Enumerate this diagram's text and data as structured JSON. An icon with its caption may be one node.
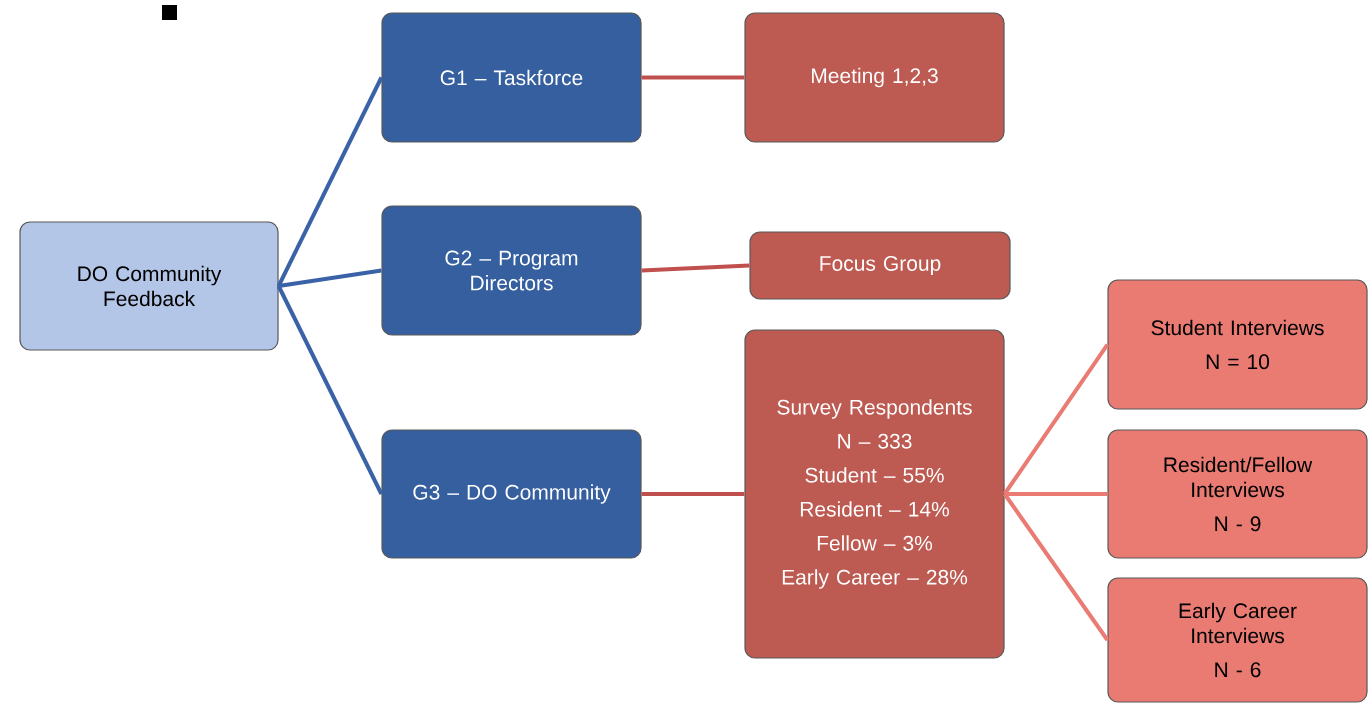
{
  "diagram": {
    "nodes": [
      {
        "text": [
          "DO Community Feedback"
        ]
      },
      {
        "text": [
          "G1 – Taskforce"
        ]
      },
      {
        "text": [
          "G2 – Program Directors"
        ]
      },
      {
        "text": [
          "G3 – DO Community"
        ]
      },
      {
        "text": [
          "Meeting 1,2,3"
        ]
      },
      {
        "text": [
          "Focus Group"
        ]
      },
      {
        "text": [
          "Survey Respondents",
          "N – 333",
          "Student – 55%",
          "Resident – 14%",
          "Fellow – 3%",
          "Early Career – 28%"
        ]
      },
      {
        "text": [
          "Student Interviews",
          "N = 10"
        ]
      },
      {
        "text": [
          "Resident/Fellow Interviews",
          "N - 9"
        ]
      },
      {
        "text": [
          "Early Career Interviews",
          "N - 6"
        ]
      }
    ],
    "edges": [
      {
        "from": 0,
        "to": 1,
        "arrow": "none",
        "color": "#3a62a7"
      },
      {
        "from": 0,
        "to": 2,
        "arrow": "none",
        "color": "#3a62a7"
      },
      {
        "from": 0,
        "to": 3,
        "arrow": "none",
        "color": "#3a62a7"
      },
      {
        "from": 1,
        "to": 4,
        "arrow": "none",
        "color": "#c0504d"
      },
      {
        "from": 2,
        "to": 5,
        "arrow": "none",
        "color": "#c0504d"
      },
      {
        "from": 3,
        "to": 6,
        "arrow": "none",
        "color": "#c0504d"
      },
      {
        "from": 6,
        "to": 7,
        "arrow": "none",
        "color": "#e97b73"
      },
      {
        "from": 6,
        "to": 8,
        "arrow": "none",
        "color": "#e97b73"
      },
      {
        "from": 6,
        "to": 9,
        "arrow": "none",
        "color": "#e97b73"
      }
    ]
  }
}
